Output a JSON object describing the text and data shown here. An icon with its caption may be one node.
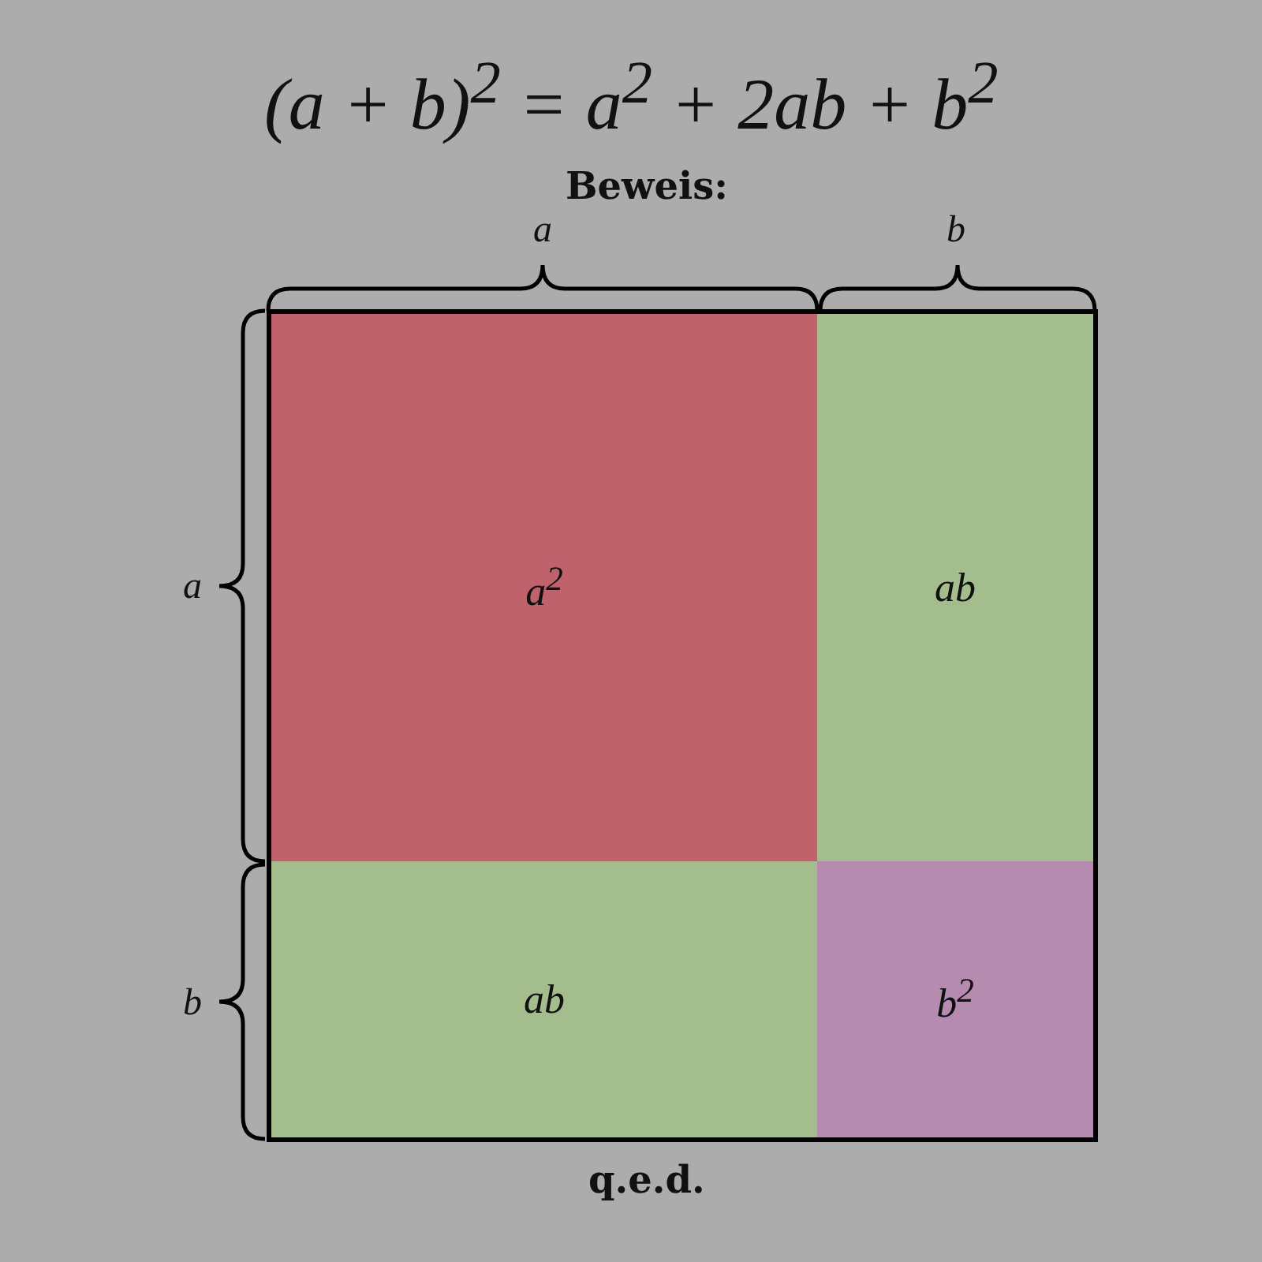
{
  "diagram": {
    "title": "(a + b)$^{2}$ = a$^{2}$ + 2ab + b$^{2}$",
    "nodes": [
      {
        "text": [
          "a$^{2}$"
        ]
      },
      {
        "text": [
          "ab"
        ]
      },
      {
        "text": [
          "ab"
        ]
      },
      {
        "text": [
          "b$^{2}$"
        ]
      }
    ],
    "labels": [
      "Beweis:",
      "a",
      "b",
      "a",
      "b",
      "q.e.d."
    ]
  }
}
